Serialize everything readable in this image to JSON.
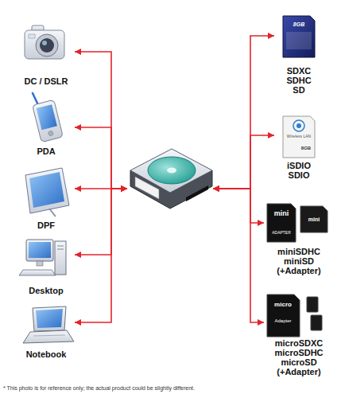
{
  "diagram": {
    "nodes": [
      {
        "text": [
          "DC / DSLR"
        ]
      },
      {
        "text": [
          "PDA"
        ]
      },
      {
        "text": [
          "DPF"
        ]
      },
      {
        "text": [
          "Desktop"
        ]
      },
      {
        "text": [
          "Notebook"
        ]
      },
      {
        "text": []
      },
      {
        "text": [
          "SDXC SDHC SD"
        ]
      },
      {
        "text": [
          "iSDIO SDIO"
        ]
      },
      {
        "text": [
          "miniSDHC miniSD (+Adapter)"
        ]
      },
      {
        "text": [
          "microSDXC microSDHC microSD (+Adapter)"
        ]
      }
    ],
    "edges": [
      {
        "from": 5,
        "to": 0,
        "arrow": "both"
      },
      {
        "from": 5,
        "to": 1,
        "arrow": "both"
      },
      {
        "from": 5,
        "to": 2,
        "arrow": "both"
      },
      {
        "from": 5,
        "to": 3,
        "arrow": "both"
      },
      {
        "from": 5,
        "to": 4,
        "arrow": "both"
      },
      {
        "from": 5,
        "to": 6,
        "arrow": "both"
      },
      {
        "from": 5,
        "to": 7,
        "arrow": "both"
      },
      {
        "from": 5,
        "to": 8,
        "arrow": "both"
      },
      {
        "from": 5,
        "to": 9,
        "arrow": "both"
      }
    ],
    "labels": [
      "8GB",
      "Wireless LAN",
      "8GB",
      "mini",
      "ADAPTER",
      "mini",
      "micro",
      "Adapter",
      "* This photo is for reference only; the actual product could be slightly different."
    ]
  }
}
